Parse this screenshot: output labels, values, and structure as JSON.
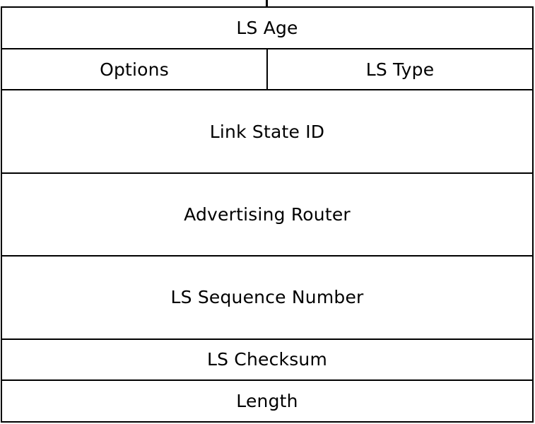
{
  "diagram": {
    "fields": {
      "ls_age": "LS Age",
      "options": "Options",
      "ls_type": "LS Type",
      "link_state_id": "Link State ID",
      "advertising_router": "Advertising Router",
      "ls_sequence_number": "LS Sequence Number",
      "ls_checksum": "LS Checksum",
      "length": "Length"
    },
    "colors": {
      "line": "#000000",
      "background": "#ffffff",
      "text": "#000000"
    }
  }
}
